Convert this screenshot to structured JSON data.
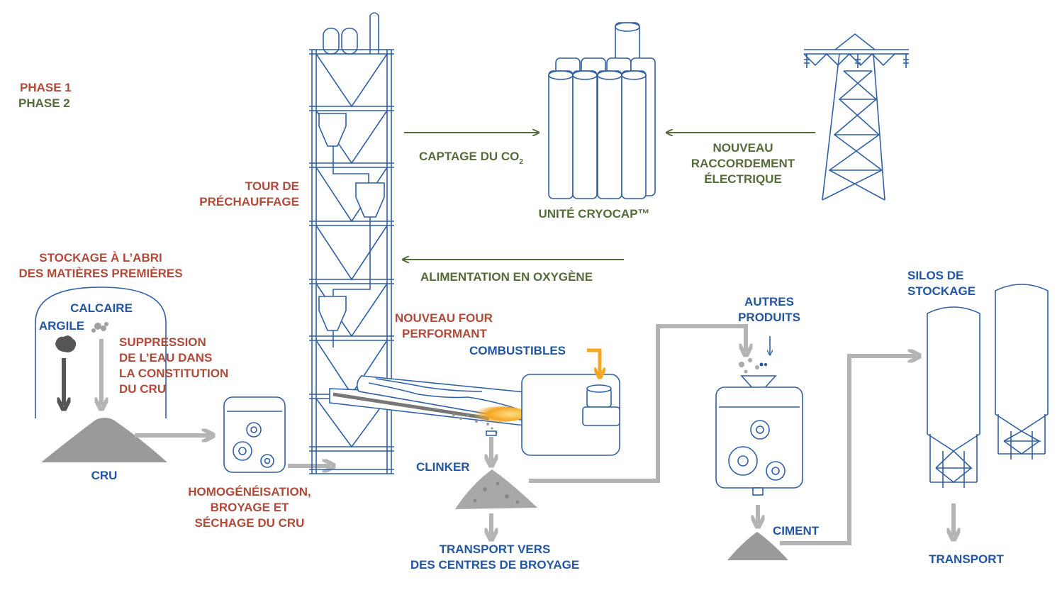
{
  "legend": {
    "phase1": "PHASE 1",
    "phase2": "PHASE 2"
  },
  "colors": {
    "phase1": "#b04a3a",
    "phase2": "#566b3a",
    "blue": "#2356a0",
    "line": "#2f5fa6",
    "grey": "#b4b4b4",
    "flame": "#f5a623"
  },
  "labels": {
    "tower": [
      "TOUR DE",
      "PRÉCHAUFFAGE"
    ],
    "co2_capture": "CAPTAGE DU CO",
    "co2_sub": "2",
    "cryocap": "UNITÉ CRYOCAP™",
    "power": [
      "NOUVEAU",
      "RACCORDEMENT",
      "ÉLECTRIQUE"
    ],
    "oxygen": "ALIMENTATION EN OXYGÈNE",
    "storage": [
      "STOCKAGE À L’ABRI",
      "DES MATIÈRES PREMIÈRES"
    ],
    "limestone": "CALCAIRE",
    "clay": "ARGILE",
    "water": [
      "SUPPRESSION",
      "DE L’EAU DANS",
      "LA CONSTITUTION",
      "DU CRU"
    ],
    "raw": "CRU",
    "homog": [
      "HOMOGÉNÉISATION,",
      "BROYAGE ET",
      "SÉCHAGE DU CRU"
    ],
    "kiln": [
      "NOUVEAU FOUR",
      "PERFORMANT"
    ],
    "fuels": "COMBUSTIBLES",
    "clinker": "CLINKER",
    "transport_grinding": [
      "TRANSPORT VERS",
      "DES CENTRES DE BROYAGE"
    ],
    "other_products": [
      "AUTRES",
      "PRODUITS"
    ],
    "cement": "CIMENT",
    "silos": [
      "SILOS DE",
      "STOCKAGE"
    ],
    "transport": "TRANSPORT"
  }
}
